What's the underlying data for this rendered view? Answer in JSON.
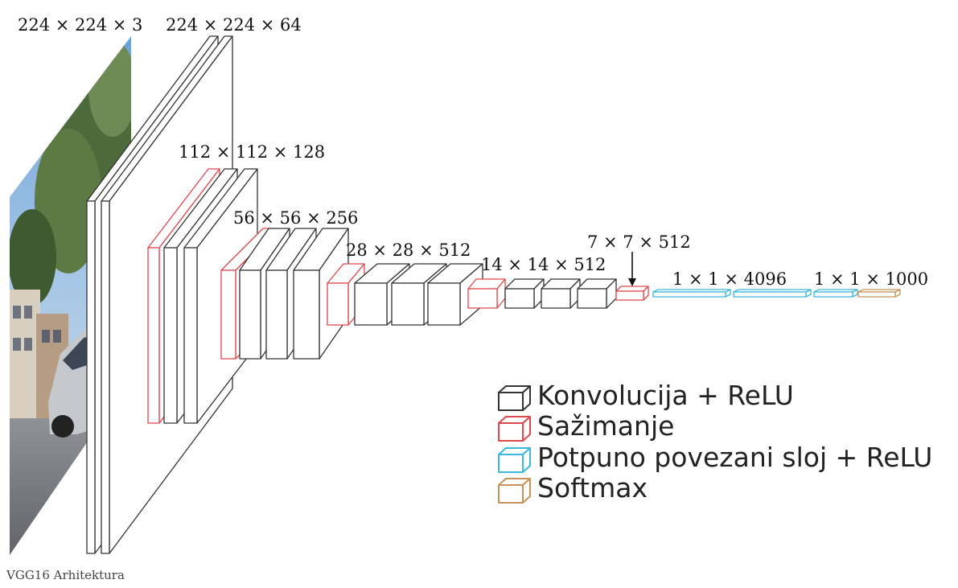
{
  "caption": "VGG16  Arhitektura",
  "colors": {
    "conv": "#333333",
    "pool": "#e0474c",
    "fc": "#3ab8dd",
    "softmax": "#c8925a"
  },
  "dimension_labels": {
    "input": "224 × 224 × 3",
    "block1": "224 × 224 × 64",
    "block2": "112 × 112 × 128",
    "block3": "56 × 56 × 256",
    "block4": "28 × 28 × 512",
    "block5": "14 × 14 × 512",
    "pool5": "7 × 7 × 512",
    "fc": "1 × 1 × 4096",
    "output": "1 × 1 × 1000"
  },
  "legend": [
    {
      "key": "conv",
      "label": "Konvolucija + ReLU",
      "icon": "conv-cube-icon"
    },
    {
      "key": "pool",
      "label": "Sažimanje",
      "icon": "pool-cube-icon"
    },
    {
      "key": "fc",
      "label": "Potpuno povezani sloj + ReLU",
      "icon": "fc-cube-icon"
    },
    {
      "key": "softmax",
      "label": "Softmax",
      "icon": "softmax-cube-icon"
    }
  ]
}
